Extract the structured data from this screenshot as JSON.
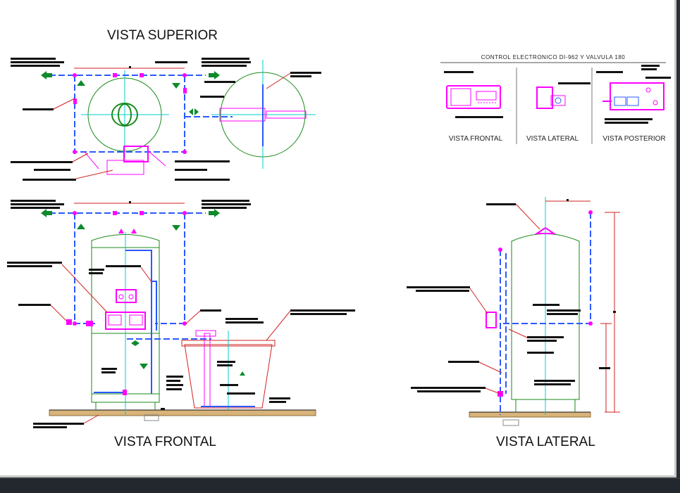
{
  "views": {
    "top_title": "VISTA SUPERIOR",
    "front_title": "VISTA FRONTAL",
    "side_title": "VISTA  LATERAL"
  },
  "control_panel": {
    "title": "CONTROL ELECTRONICO DI-962 Y VALVULA 180",
    "front_label": "VISTA FRONTAL",
    "side_label": "VISTA LATERAL",
    "rear_label": "VISTA POSTERIOR"
  },
  "colors": {
    "pipe": "#2b59ff",
    "fitting": "#ff00ff",
    "tank": "#1a8a1a",
    "axis": "#00cccc",
    "dimension": "#d22222",
    "arrow": "#0c8a2c",
    "ground": "#d8b47a"
  }
}
